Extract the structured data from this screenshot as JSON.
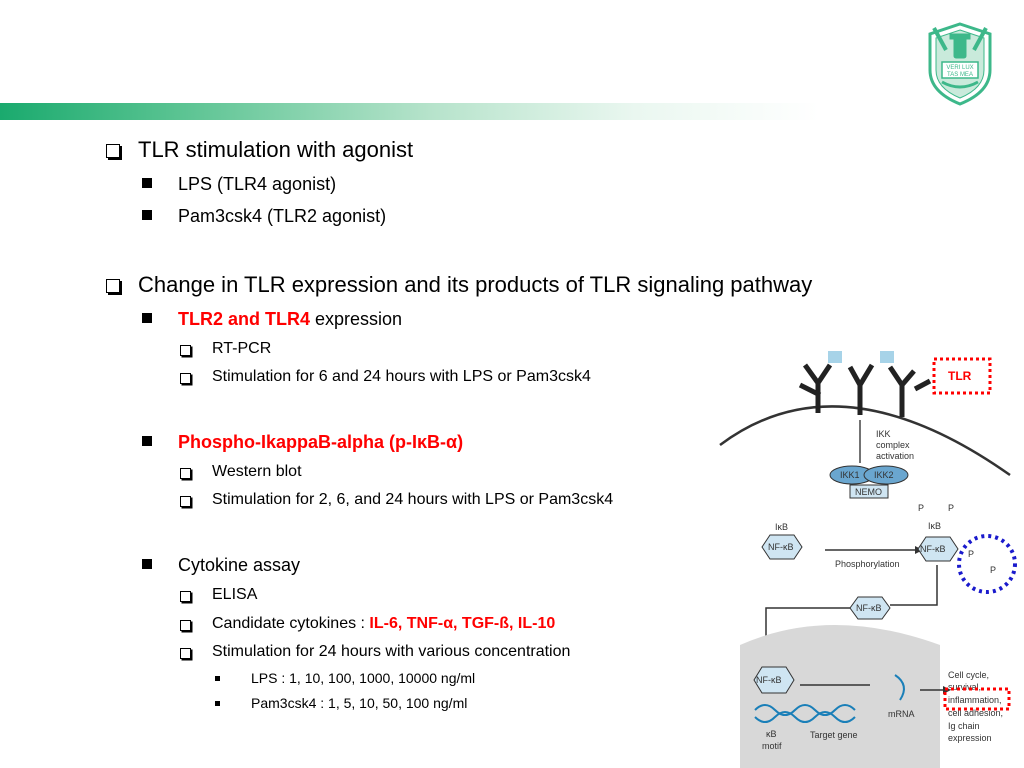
{
  "bullets": {
    "b1": "TLR stimulation with agonist",
    "b1_1": "LPS (TLR4 agonist)",
    "b1_2": "Pam3csk4 (TLR2 agonist)",
    "b2": "Change in TLR expression and its products of TLR signaling pathway",
    "b2_1_red": "TLR2 and TLR4",
    "b2_1_rest": " expression",
    "b2_1_a": "RT-PCR",
    "b2_1_b": "Stimulation for 6 and 24 hours with LPS or Pam3csk4",
    "b2_2_red": "Phospho-IkappaB-alpha (p-IκB-α)",
    "b2_2_a": "Western blot",
    "b2_2_b": "Stimulation for 2, 6, and 24 hours with LPS or Pam3csk4",
    "b2_3": "Cytokine assay",
    "b2_3_a": "ELISA",
    "b2_3_b_prefix": "Candidate cytokines : ",
    "b2_3_b_red": "IL-6, TNF-α, TGF-ß, IL-10",
    "b2_3_c": "Stimulation for 24 hours with various concentration",
    "b2_3_c_1": "LPS : 1, 10, 100, 1000, 10000 ng/ml",
    "b2_3_c_2": "Pam3csk4 : 1, 5, 10, 50, 100 ng/ml"
  },
  "logo": {
    "text_1": "VERI LUX",
    "text_2": "TAS MEA"
  },
  "figure": {
    "tlr_label": "TLR",
    "ikk_line1": "IKK",
    "ikk_line2": "complex",
    "ikk_line3": "activation",
    "ikk1": "IKK1",
    "ikk2": "IKK2",
    "nemo": "NEMO",
    "ikb": "IκB",
    "nfkb": "NF-κB",
    "phosphorylation": "Phosphorylation",
    "p": "P",
    "kb_motif_1": "κB",
    "kb_motif_2": "motif",
    "target_gene": "Target gene",
    "mrna": "mRNA",
    "out_1": "Cell cycle,",
    "out_2": "survival,",
    "out_3": "inflammation,",
    "out_4": "cell adhesion,",
    "out_5": "Ig chain",
    "out_6": "expression"
  },
  "colors": {
    "accent_red": "#ff0000",
    "green": "#1aaa6e",
    "blue_dots": "#1a1acc"
  }
}
